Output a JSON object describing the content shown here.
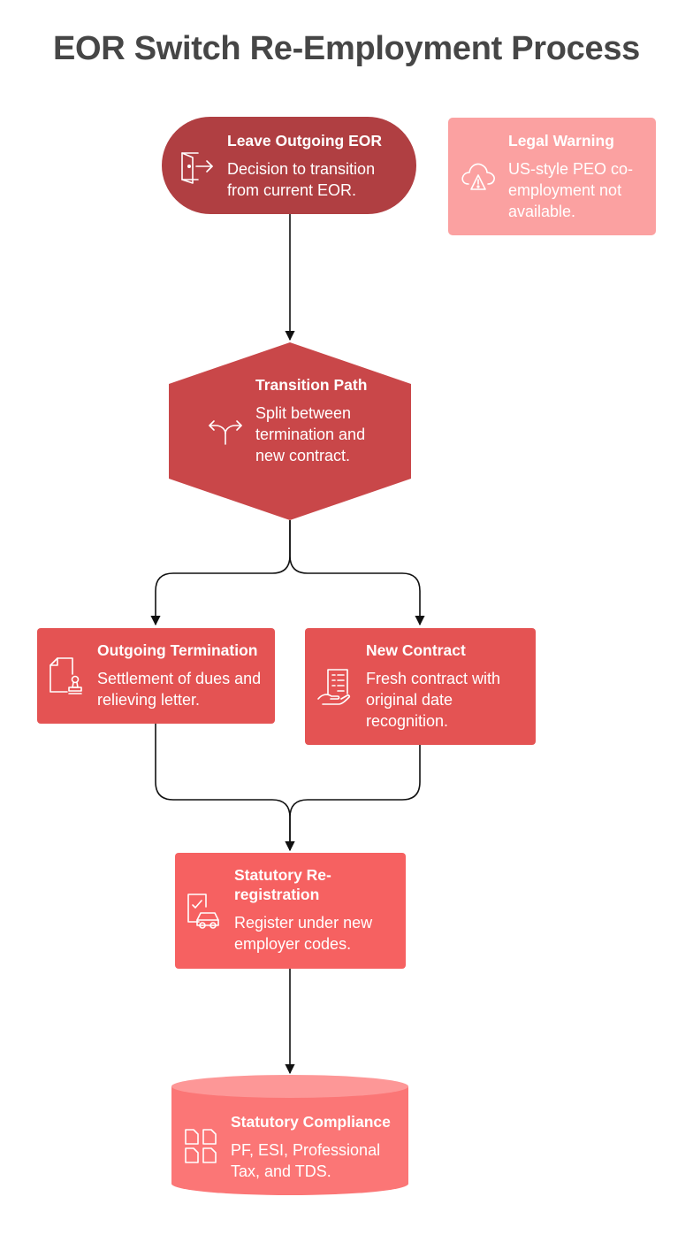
{
  "title": "EOR Switch Re-Employment Process",
  "colors": {
    "leave": "#b03f42",
    "transition": "#c94749",
    "branch": "#e45353",
    "statutory": "#f66161",
    "compliance": "#fb7676",
    "warning": "#fba1a1",
    "connector": "#111111"
  },
  "nodes": {
    "leave_outgoing": {
      "heading": "Leave Outgoing EOR",
      "text": "Decision to transition from current EOR.",
      "icon": "exit-door-icon"
    },
    "legal_warning": {
      "heading": "Legal Warning",
      "text": "US-style PEO co-employment not available.",
      "icon": "cloud-warning-icon"
    },
    "transition_path": {
      "heading": "Transition Path",
      "text": "Split between termination and new contract.",
      "icon": "split-arrows-icon"
    },
    "outgoing_termination": {
      "heading": "Outgoing Termination",
      "text": "Settlement of dues and relieving letter.",
      "icon": "document-stamp-icon"
    },
    "new_contract": {
      "heading": "New Contract",
      "text": "Fresh contract with original date recognition.",
      "icon": "contract-hand-icon"
    },
    "statutory_reregistration": {
      "heading": "Statutory Re-registration",
      "text": "Register under new employer codes.",
      "icon": "checklist-car-icon"
    },
    "statutory_compliance": {
      "heading": "Statutory Compliance",
      "text": "PF, ESI, Professional Tax, and TDS.",
      "icon": "grid-documents-icon"
    }
  }
}
